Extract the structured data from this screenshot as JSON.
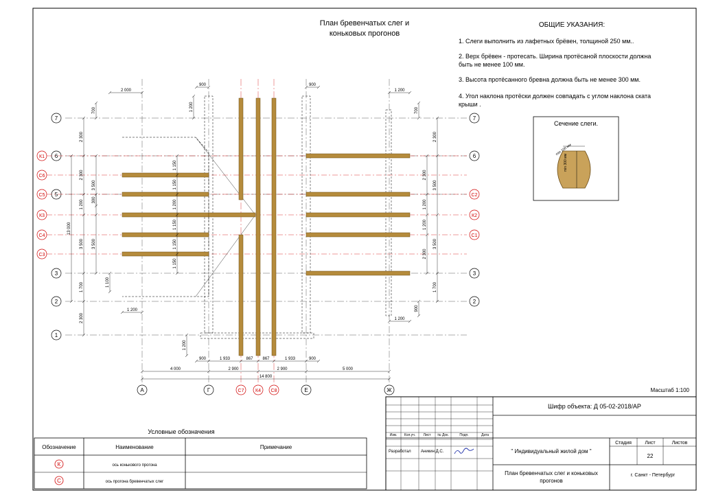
{
  "title_line1": "План бревенчатых слег и",
  "title_line2": "коньковых прогонов",
  "notes": {
    "heading": "ОБЩИЕ УКАЗАНИЯ:",
    "items": [
      [
        "1. Слеги выполнить из лафетных брёвен, толщиной 250 мм.."
      ],
      [
        "2. Верх брёвен - протесать. Ширина протёсаной плоскости  должна",
        "быть не менее 100 мм."
      ],
      [
        "3. Высота протёсанного бревна должна быть не менее 300 мм."
      ],
      [
        "4. Угол наклона протёски должен совпадать с углом наклона ската",
        "крыши ."
      ]
    ]
  },
  "section": {
    "title": "Сечение слеги.",
    "top_label": "min 100 мм",
    "side_label": "min 300 мм"
  },
  "scale": "Масштаб 1:100",
  "colors": {
    "log": "#b58b3c",
    "log_stroke": "#6b4c16",
    "marker": "#d00000",
    "section_fill": "#c9a25a"
  },
  "axes_left": [
    "7",
    "6",
    "5",
    "3",
    "2",
    "1"
  ],
  "axes_left_red": [
    "К1",
    "С6",
    "С5",
    "К3",
    "С4",
    "С3"
  ],
  "axes_right": [
    "7",
    "6",
    "3",
    "2"
  ],
  "axes_right_red": [
    "С2",
    "К2",
    "С1"
  ],
  "axes_bottom": [
    "А",
    "Г",
    "С7",
    "К4",
    "С8",
    "Е",
    "Ж"
  ],
  "dims": {
    "top": [
      "2 000",
      "900",
      "900",
      "1 200"
    ],
    "left": [
      "700",
      "2 300",
      "1 150",
      "2 300",
      "3 500",
      "1 150",
      "1 200",
      "1 200",
      "13 000",
      "3 500",
      "1 150",
      "1 700",
      "1 100",
      "2 300",
      "1 150",
      "1 150",
      "300"
    ],
    "right": [
      "700",
      "2 300",
      "2 300",
      "3 500",
      "1 200",
      "1 200",
      "2 300",
      "1 700",
      "3 500",
      "900"
    ],
    "bottom_inner": [
      "900",
      "1 933",
      "867",
      "867",
      "1 933",
      "900"
    ],
    "bottom_mid": [
      "4 000",
      "2 900",
      "2 900",
      "5 000"
    ],
    "bottom_total": "14 800",
    "misc": [
      "1 200",
      "1 200",
      "1 200"
    ]
  },
  "code": "Шифр объекта: Д 05-02-2018/АР",
  "stamp": {
    "cols": [
      "Изм.",
      "Кол.уч.",
      "Лист",
      "№ Док.",
      "Подп.",
      "Дата"
    ],
    "developed": "Разработал",
    "author": "Аникин Д.С.",
    "project": "\" Индивидуальный жилой дом \"",
    "stage_h": "Стадия",
    "sheet_h": "Лист",
    "sheets_h": "Листов",
    "sheet_no": "22",
    "drawing": [
      "План бревенчатых слег и коньковых",
      "прогонов"
    ],
    "city": "г. Санкт - Петербург"
  },
  "legend": {
    "title": "Условные обозначения",
    "headers": [
      "Обозначение",
      "Наименование",
      "Примечание"
    ],
    "rows": [
      {
        "symbol": "К",
        "name": "ось конькового прогона",
        "note": ""
      },
      {
        "symbol": "С",
        "name": "ось прогона бревенчатых слег",
        "note": ""
      }
    ]
  }
}
